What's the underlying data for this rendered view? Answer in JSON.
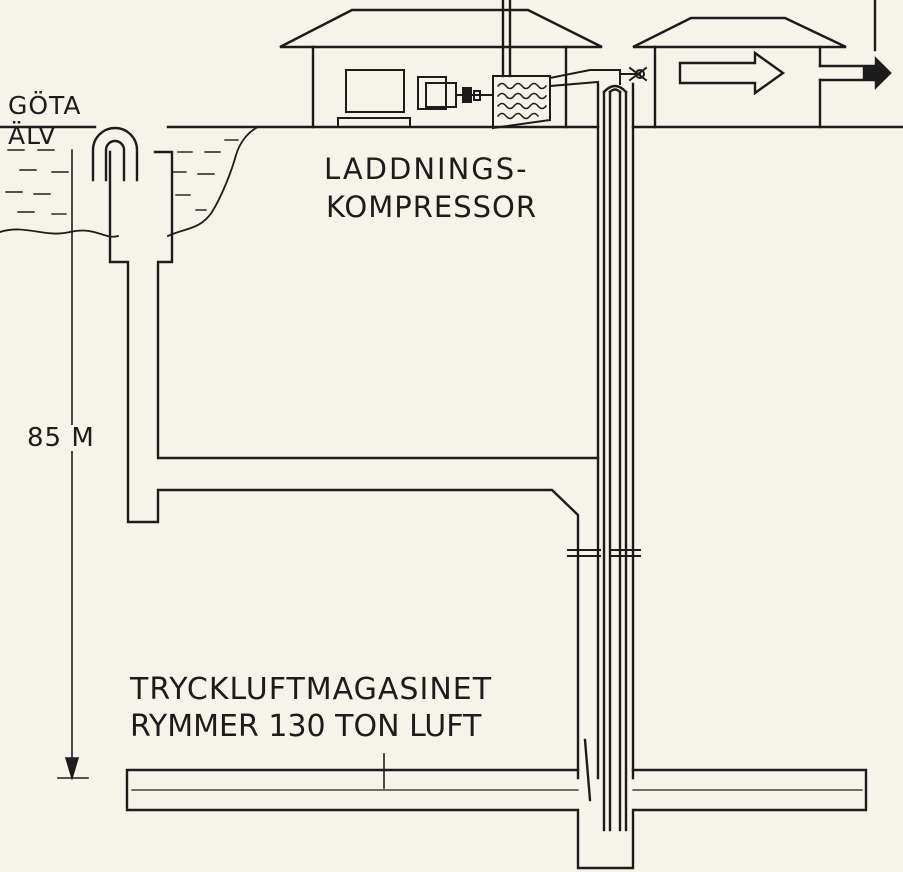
{
  "labels": {
    "river_line1": "GÖTA",
    "river_line2": "ÄLV",
    "compressor_line1": "LADDNINGS-",
    "compressor_line2": "KOMPRESSOR",
    "depth": "85 M",
    "storage_line1": "TRYCKLUFTMAGASINET",
    "storage_line2": "RYMMER 130 TON LUFT"
  },
  "colors": {
    "background": "#f6f4ea",
    "ink": "#1c1c1c"
  }
}
